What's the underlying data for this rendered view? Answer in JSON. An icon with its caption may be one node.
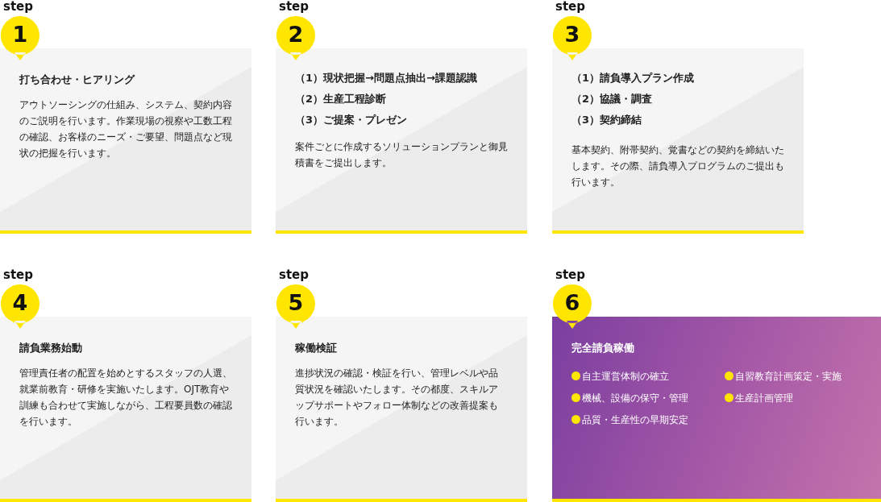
{
  "diagram": {
    "nodes": [
      {
        "text": [
          "1"
        ],
        "beside": [
          "step"
        ]
      },
      {
        "text": [
          "打ち合わせ・ヒアリング",
          "アウトソーシングの仕組み、システム、契約内容のご説明を行います。作業現場の視察や工数工程の確認、お客様のニーズ・ご要望、問題点など現状の把握を行います。"
        ]
      },
      {
        "text": [
          "2"
        ],
        "beside": [
          "step"
        ]
      },
      {
        "text": [
          "（1）現状把握→問題点抽出→課題認識",
          "（2）生産工程診断",
          "（3）ご提案・プレゼン",
          "案件ごとに作成するソリューションプランと御見積書をご提出します。"
        ]
      },
      {
        "text": [
          "3"
        ],
        "beside": [
          "step"
        ]
      },
      {
        "text": [
          "（1）請負導入プラン作成",
          "（2）協議・調査",
          "（3）契約締結",
          "基本契約、附帯契約、覚書などの契約を締結いたします。その際、請負導入プログラムのご提出も行います。"
        ]
      },
      {
        "text": [
          "4"
        ],
        "beside": [
          "step"
        ]
      },
      {
        "text": [
          "請負業務始動",
          "管理責任者の配置を始めとするスタッフの人選、就業前教育・研修を実施いたします。OJT教育や訓練も合わせて実施しながら、工程要員数の確認を行います。"
        ]
      },
      {
        "text": [
          "5"
        ],
        "beside": [
          "step"
        ]
      },
      {
        "text": [
          "稼働検証",
          "進捗状況の確認・検証を行い、管理レベルや品質状況を確認いたします。その都度、スキルアップサポートやフォロー体制などの改善提案も行います。"
        ]
      },
      {
        "text": [
          "6"
        ],
        "beside": [
          "step"
        ]
      },
      {
        "text": [
          "完全請負稼働",
          "自主運営体制の確立",
          "自習教育計画策定・実施",
          "機械、設備の保守・管理",
          "生産計画管理",
          "品質・生産性の早期安定"
        ]
      }
    ]
  }
}
